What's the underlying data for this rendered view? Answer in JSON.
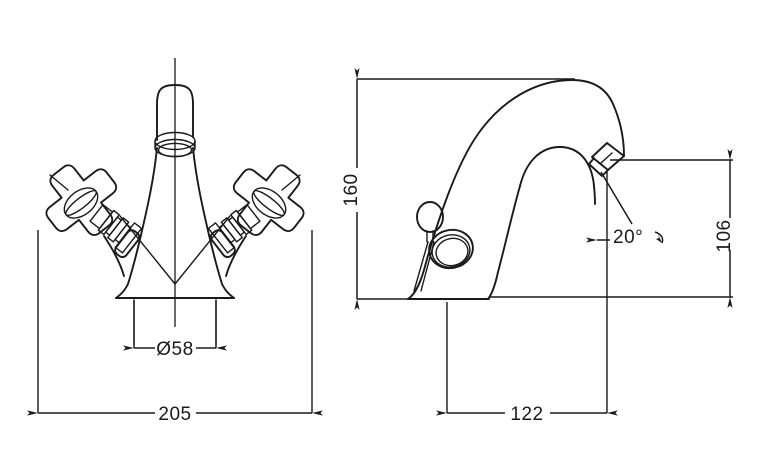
{
  "drawing": {
    "title": "Basin mixer tap technical dimension drawing",
    "background_color": "#ffffff",
    "line_color": "#1a1a1a",
    "views": [
      {
        "id": "front-view",
        "label": "front-elevation"
      },
      {
        "id": "side-view",
        "label": "side-elevation"
      }
    ]
  },
  "dimensions": {
    "diameter_base": "Ø58",
    "overall_width": "205",
    "overall_height": "160",
    "spout_height": "106",
    "spout_reach": "122",
    "outlet_angle": "20°"
  },
  "annotations": {
    "diameter_symbol": "Ø",
    "degree_symbol": "°",
    "units": ""
  }
}
